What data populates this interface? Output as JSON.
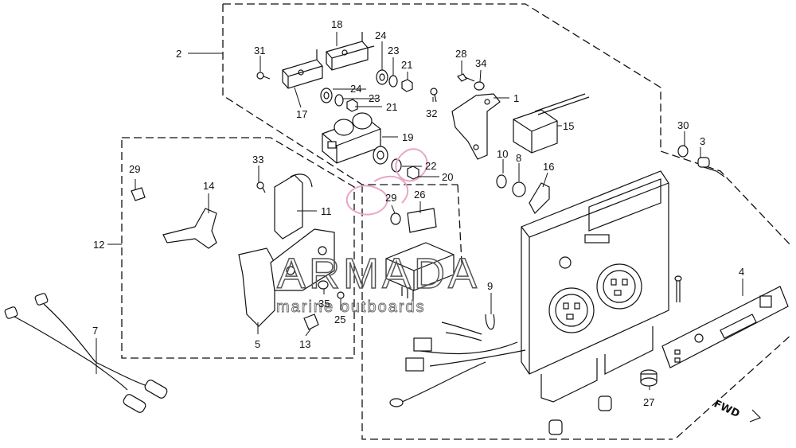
{
  "watermark": {
    "brand": "ARMADA",
    "tagline": "marine outboards",
    "accent_color": "#e8a6c6"
  },
  "fwd_label": "FWD",
  "parts": [
    {
      "id": "p1",
      "label": "1"
    },
    {
      "id": "p2",
      "label": "2"
    },
    {
      "id": "p3",
      "label": "3"
    },
    {
      "id": "p4",
      "label": "4"
    },
    {
      "id": "p5",
      "label": "5"
    },
    {
      "id": "p7",
      "label": "7"
    },
    {
      "id": "p8",
      "label": "8"
    },
    {
      "id": "p9",
      "label": "9"
    },
    {
      "id": "p10",
      "label": "10"
    },
    {
      "id": "p11",
      "label": "11"
    },
    {
      "id": "p12",
      "label": "12"
    },
    {
      "id": "p13",
      "label": "13"
    },
    {
      "id": "p14",
      "label": "14"
    },
    {
      "id": "p15",
      "label": "15"
    },
    {
      "id": "p16",
      "label": "16"
    },
    {
      "id": "p17",
      "label": "17"
    },
    {
      "id": "p18",
      "label": "18"
    },
    {
      "id": "p19",
      "label": "19"
    },
    {
      "id": "p20",
      "label": "20"
    },
    {
      "id": "p21a",
      "label": "21"
    },
    {
      "id": "p21b",
      "label": "21"
    },
    {
      "id": "p22",
      "label": "22"
    },
    {
      "id": "p23a",
      "label": "23"
    },
    {
      "id": "p23b",
      "label": "23"
    },
    {
      "id": "p24a",
      "label": "24"
    },
    {
      "id": "p24b",
      "label": "24"
    },
    {
      "id": "p25",
      "label": "25"
    },
    {
      "id": "p26",
      "label": "26"
    },
    {
      "id": "p27",
      "label": "27"
    },
    {
      "id": "p28",
      "label": "28"
    },
    {
      "id": "p29a",
      "label": "29"
    },
    {
      "id": "p29b",
      "label": "29"
    },
    {
      "id": "p30",
      "label": "30"
    },
    {
      "id": "p31",
      "label": "31"
    },
    {
      "id": "p32",
      "label": "32"
    },
    {
      "id": "p33",
      "label": "33"
    },
    {
      "id": "p34",
      "label": "34"
    },
    {
      "id": "p35",
      "label": "35"
    }
  ]
}
